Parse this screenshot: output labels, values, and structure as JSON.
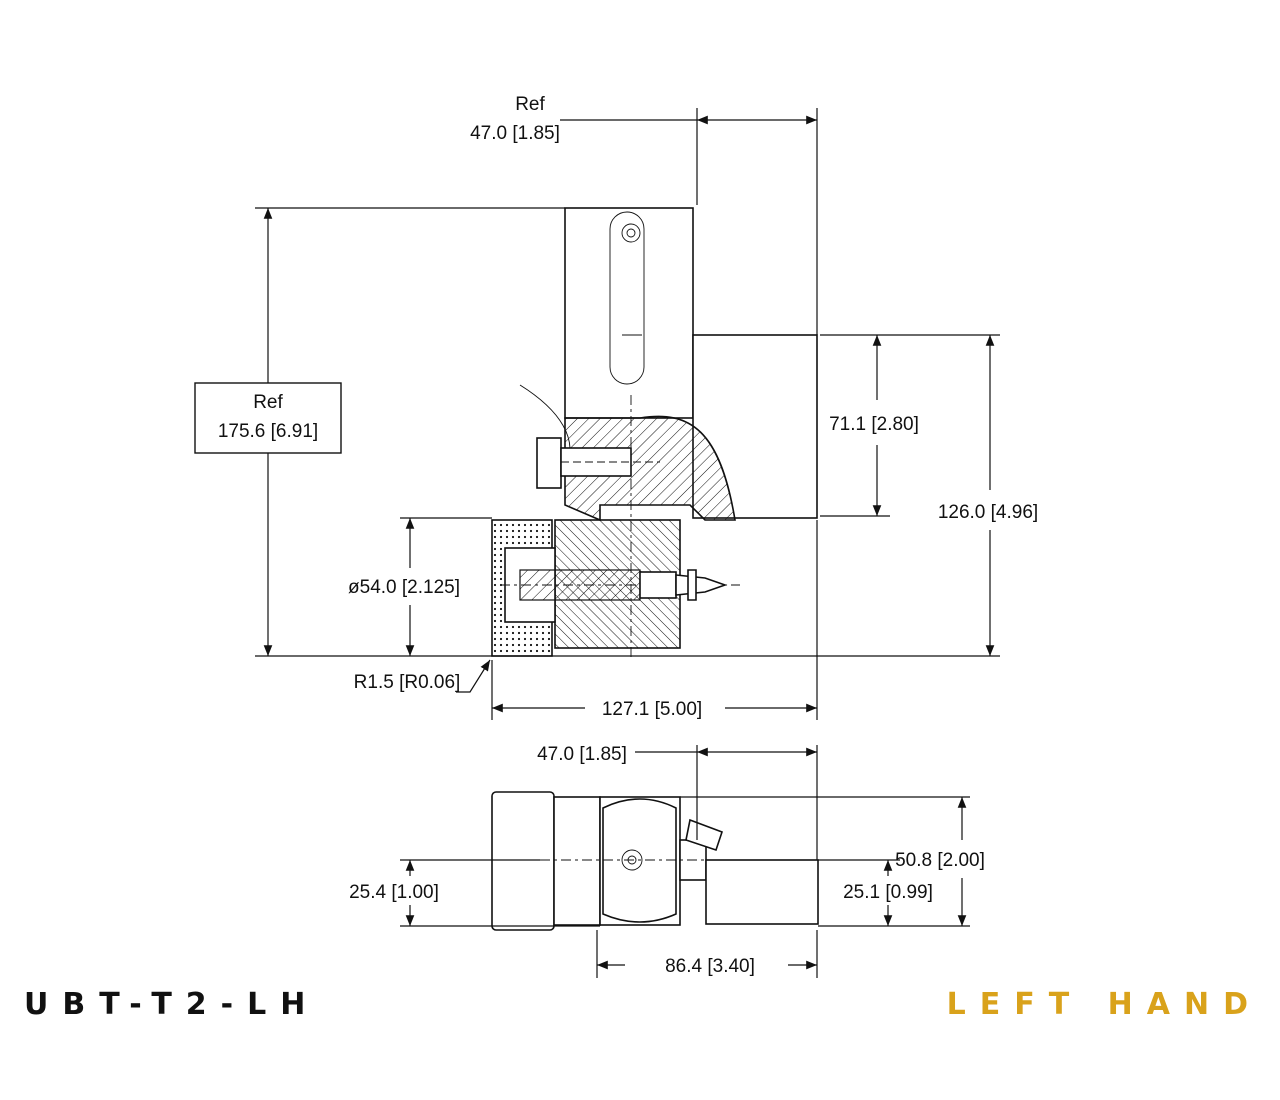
{
  "model": "UBT-T2-LH",
  "variant": "LEFT HAND",
  "colors": {
    "accent": "#D9A21B",
    "line": "#111111"
  },
  "front_view": {
    "width_ref_label": "Ref",
    "width_ref": "47.0 [1.85]",
    "height_ref_label": "Ref",
    "height_ref": "175.6 [6.91]",
    "dim_right_inner": "71.1 [2.80]",
    "dim_right_outer": "126.0 [4.96]",
    "diameter": "ø54.0 [2.125]",
    "radius": "R1.5 [R0.06]",
    "overall_width": "127.1 [5.00]"
  },
  "top_view": {
    "top_width": "47.0 [1.85]",
    "height_total": "50.8 [2.00]",
    "height_left": "25.4 [1.00]",
    "height_right": "25.1 [0.99]",
    "bottom_width": "86.4 [3.40]"
  }
}
